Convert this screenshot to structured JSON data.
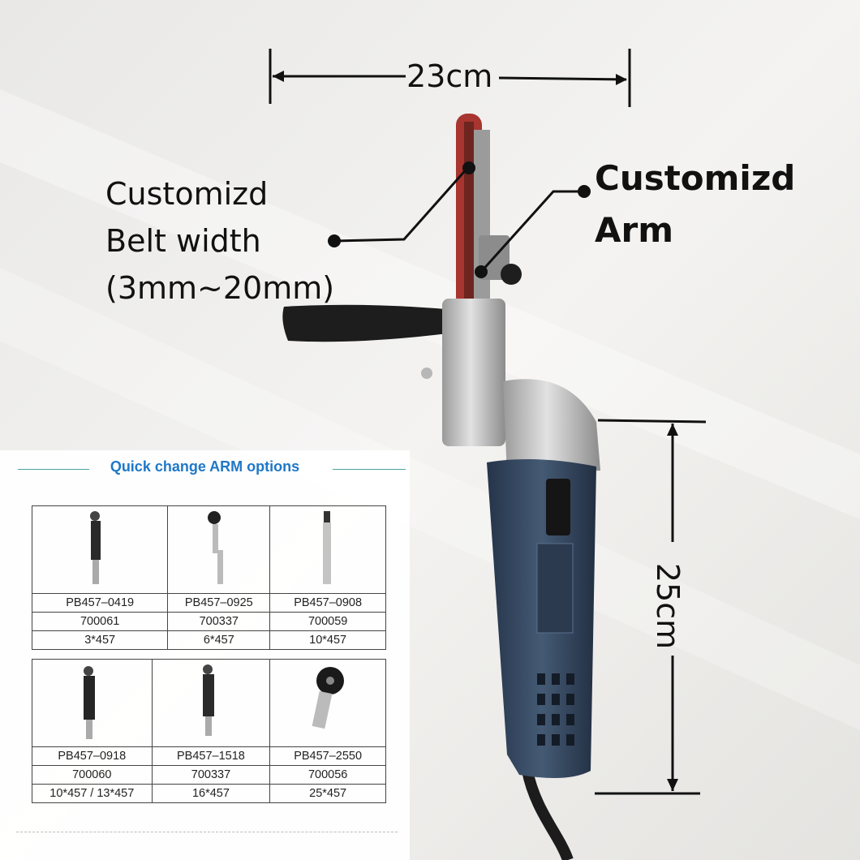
{
  "labels": {
    "belt_line1": "Customizd",
    "belt_line2": "Belt width",
    "belt_line3": "(3mm~20mm)",
    "arm_line1": "Customizd",
    "arm_line2": "Arm",
    "width_dim": "23cm",
    "height_dim": "25cm"
  },
  "panel": {
    "title": "Quick change ARM options",
    "row1": [
      {
        "model": "PB457–0419",
        "code": "700061",
        "size": "3*457"
      },
      {
        "model": "PB457–0925",
        "code": "700337",
        "size": "6*457"
      },
      {
        "model": "PB457–0908",
        "code": "700059",
        "size": "10*457"
      }
    ],
    "row2": [
      {
        "model": "PB457–0918",
        "code": "700060",
        "size": "10*457 / 13*457"
      },
      {
        "model": "PB457–1518",
        "code": "700337",
        "size": "16*457"
      },
      {
        "model": "PB457–2550",
        "code": "700056",
        "size": "25*457"
      }
    ]
  },
  "colors": {
    "title_blue": "#1f78c8",
    "tool_blue": "#34465c",
    "belt_red": "#a8352f",
    "aluminum": "#c9c9c9"
  }
}
